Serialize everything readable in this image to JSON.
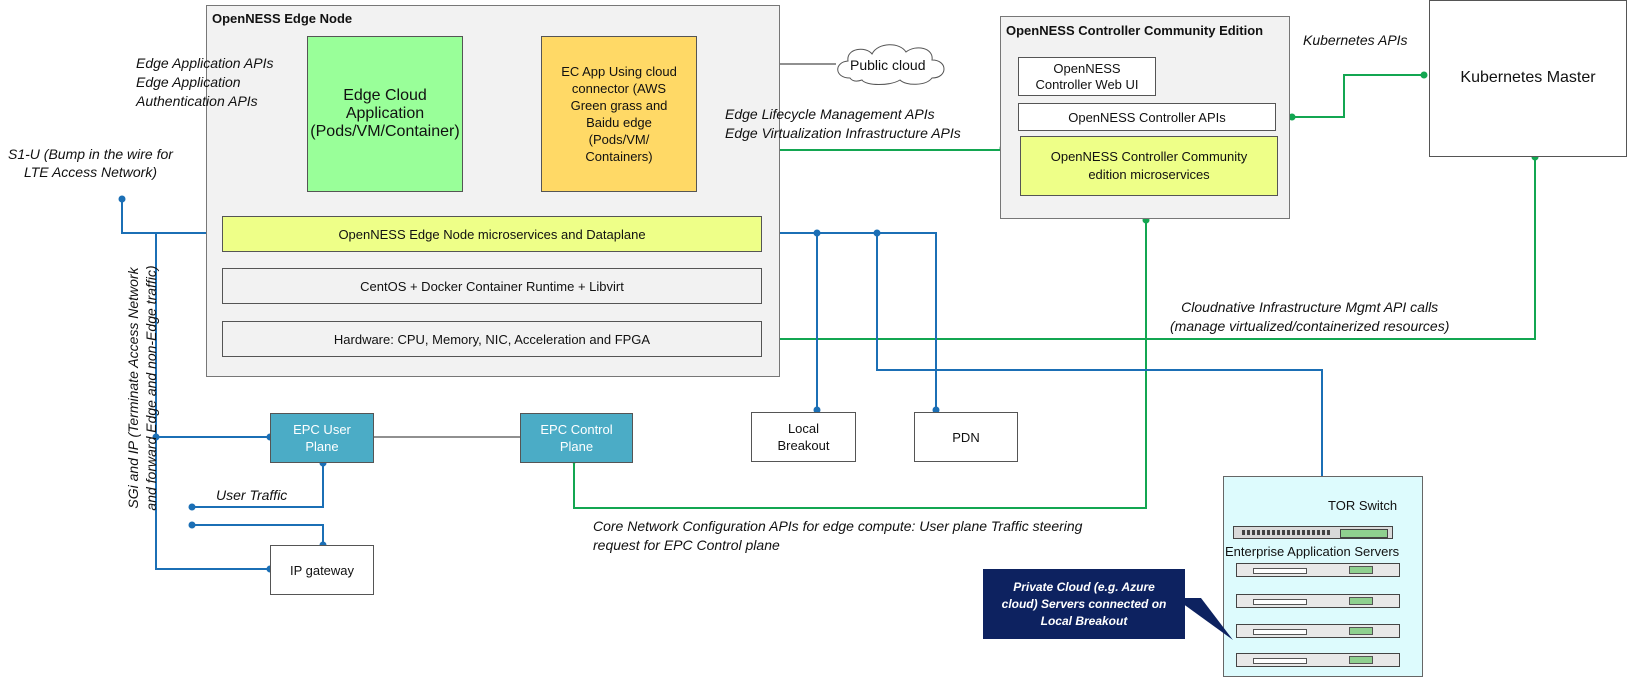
{
  "edge_node": {
    "title": "OpenNESS Edge Node",
    "edge_cloud_app": [
      "Edge Cloud",
      "Application",
      "(Pods/VM/Container)"
    ],
    "ec_app": [
      "EC App Using cloud",
      "connector (AWS",
      "Green grass and",
      "Baidu edge",
      "(Pods/VM/",
      "Containers)"
    ],
    "microservices": "OpenNESS  Edge Node microservices and Dataplane",
    "runtime": "CentOS + Docker Container Runtime + Libvirt",
    "hardware": "Hardware: CPU, Memory, NIC, Acceleration and FPGA"
  },
  "public_cloud": "Public cloud",
  "controller": {
    "title": "OpenNESS Controller Community Edition",
    "web_ui": [
      "OpenNESS",
      "Controller Web UI"
    ],
    "apis": "OpenNESS Controller APIs",
    "microservices": [
      "OpenNESS Controller Community",
      "edition microservices"
    ]
  },
  "kubernetes_master": "Kubernetes Master",
  "labels": {
    "edge_app_apis": [
      "Edge Application APIs",
      "Edge Application",
      "Authentication APIs"
    ],
    "s1u": [
      "S1-U (Bump in the wire for",
      "LTE Access Network)"
    ],
    "lifecycle": [
      "Edge Lifecycle Management APIs",
      "Edge Virtualization Infrastructure APIs"
    ],
    "kubernetes_apis": "Kubernetes APIs",
    "cloudnative": [
      "Cloudnative Infrastructure Mgmt API calls",
      "(manage virtualized/containerized resources)"
    ],
    "sgi": [
      "SGi and IP (Terminate Access Network",
      "and forward Edge and non-Edge traffic)"
    ],
    "user_traffic": "User Traffic",
    "core_network": [
      "Core Network Configuration APIs for edge compute: User plane Traffic steering",
      "request for EPC Control plane"
    ]
  },
  "epc_user_plane": [
    "EPC User",
    "Plane"
  ],
  "epc_control_plane": [
    "EPC Control",
    "Plane"
  ],
  "ip_gateway": "IP gateway",
  "local_breakout": [
    "Local",
    "Breakout"
  ],
  "pdn": "PDN",
  "tor_switch": "TOR Switch",
  "enterprise_servers": "Enterprise Application Servers",
  "private_cloud_callout": [
    "Private Cloud (e.g. Azure",
    "cloud) Servers connected on",
    "Local Breakout"
  ],
  "colors": {
    "green_box": "#99ff99",
    "orange_box": "#ffd966",
    "yellow_box": "#eeff88",
    "teal_box": "#4bacc6",
    "navy_callout": "#0d2260",
    "light_cyan": "#ddfbfd",
    "green_line": "#13a651",
    "blue_line": "#1b6fb5"
  }
}
